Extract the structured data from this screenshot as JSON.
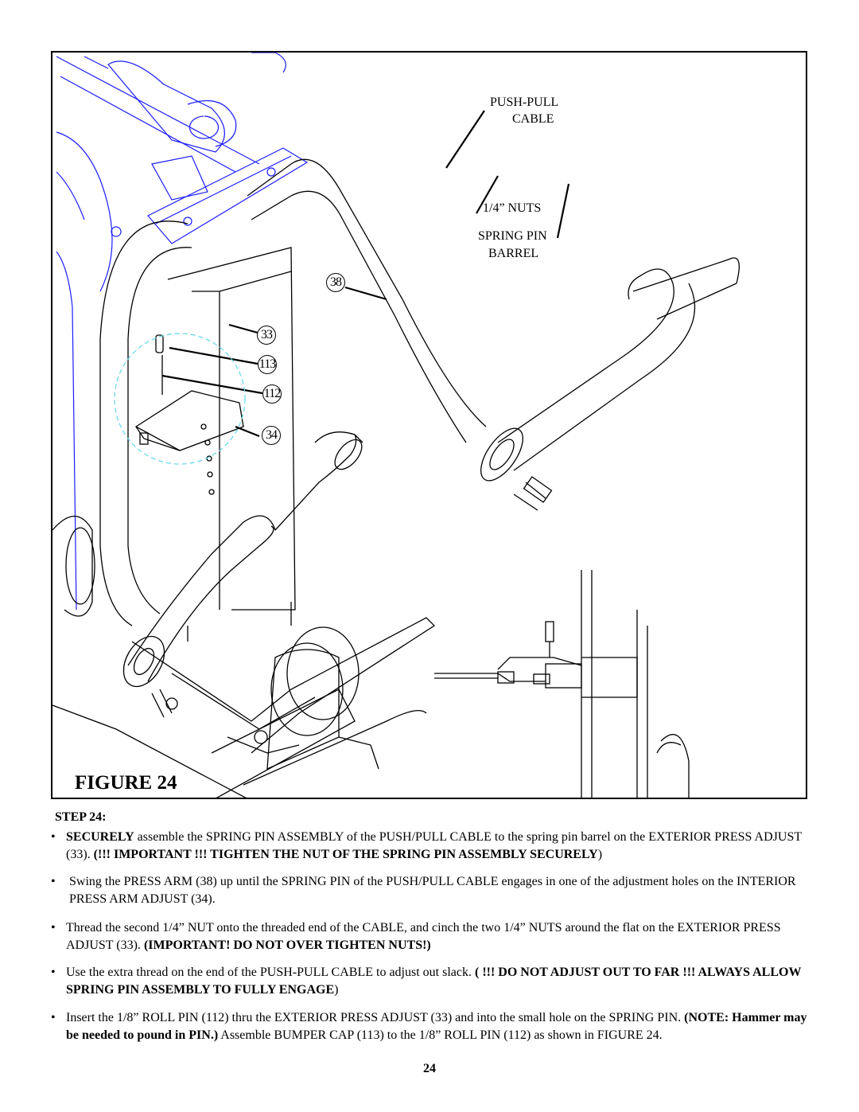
{
  "figure": {
    "label": "FIGURE 24",
    "callouts": {
      "push_pull": "PUSH-PULL",
      "cable": "CABLE",
      "nuts": "1/4” NUTS",
      "spring_pin": "SPRING PIN",
      "barrel": "BARREL"
    },
    "part_numbers": {
      "press_arm": "38",
      "exterior_press_adjust": "33",
      "bumper_cap": "113",
      "roll_pin": "112",
      "interior_press_arm_adjust": "34"
    },
    "line_color": "#1c1cff",
    "detail_circle_color": "#5fd7e8"
  },
  "step": {
    "title": "STEP 24:",
    "bullet": "•",
    "items": [
      {
        "parts": [
          "SECURELY",
          " assemble the SPRING PIN ASSEMBLY of the PUSH/PULL CABLE to the spring pin barrel on the EXTERIOR PRESS ADJUST (33).  ",
          "(!!! IMPORTANT !!! TIGHTEN THE NUT OF THE SPRING PIN ASSEMBLY SECURELY",
          ")"
        ]
      },
      {
        "parts": [
          "Swing the PRESS ARM (38) up until the SPRING PIN of the PUSH/PULL CABLE  engages in one of  the adjustment holes on the INTERIOR PRESS ARM ADJUST (34)."
        ]
      },
      {
        "parts": [
          "Thread the second 1/4” NUT onto the threaded end of the CABLE, and cinch the two 1/4” NUTS around the flat on the EXTERIOR PRESS ADJUST (33). ",
          "(IMPORTANT! DO NOT OVER TIGHTEN NUTS!)"
        ]
      },
      {
        "parts": [
          "Use the extra thread on the end of the PUSH-PULL CABLE to adjust out slack.  ",
          "( !!! DO NOT ADJUST OUT TO FAR !!! ALWAYS ALLOW SPRING PIN ASSEMBLY TO FULLY ENGAGE",
          ")"
        ]
      },
      {
        "parts": [
          "Insert the 1/8” ROLL PIN (112) thru the EXTERIOR PRESS ADJUST (33) and into the small hole on the SPRING PIN. ",
          "(NOTE: Hammer may be needed to pound in PIN.)",
          " Assemble BUMPER CAP (113) to the 1/8” ROLL PIN (112) as shown in FIGURE 24."
        ]
      }
    ]
  },
  "page_number": "24"
}
